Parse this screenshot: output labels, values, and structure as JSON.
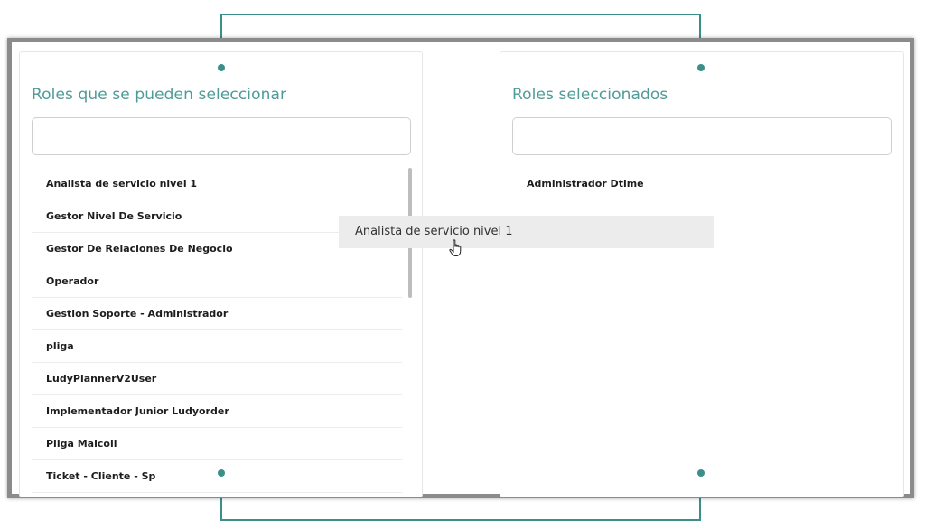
{
  "available_panel": {
    "title": "Roles que se pueden seleccionar",
    "search_value": "",
    "items": [
      "Analista de servicio nivel 1",
      "Gestor Nivel De Servicio",
      "Gestor De Relaciones De Negocio",
      "Operador",
      "Gestion Soporte - Administrador",
      "pliga",
      "LudyPlannerV2User",
      "Implementador Junior Ludyorder",
      "Pliga Maicoll",
      "Ticket - Cliente - Sp"
    ]
  },
  "selected_panel": {
    "title": "Roles seleccionados",
    "search_value": "",
    "items": [
      "Administrador Dtime"
    ]
  },
  "drag_ghost": {
    "label": "Analista de servicio nivel 1"
  },
  "icons": {
    "transfer": "swap-arrows-icon",
    "cursor": "hand-pointer-icon"
  },
  "colors": {
    "accent": "#4e9b97",
    "connector": "#3b8f8a",
    "arrows": "#1f4e6b",
    "frame": "#8b8b8b"
  }
}
